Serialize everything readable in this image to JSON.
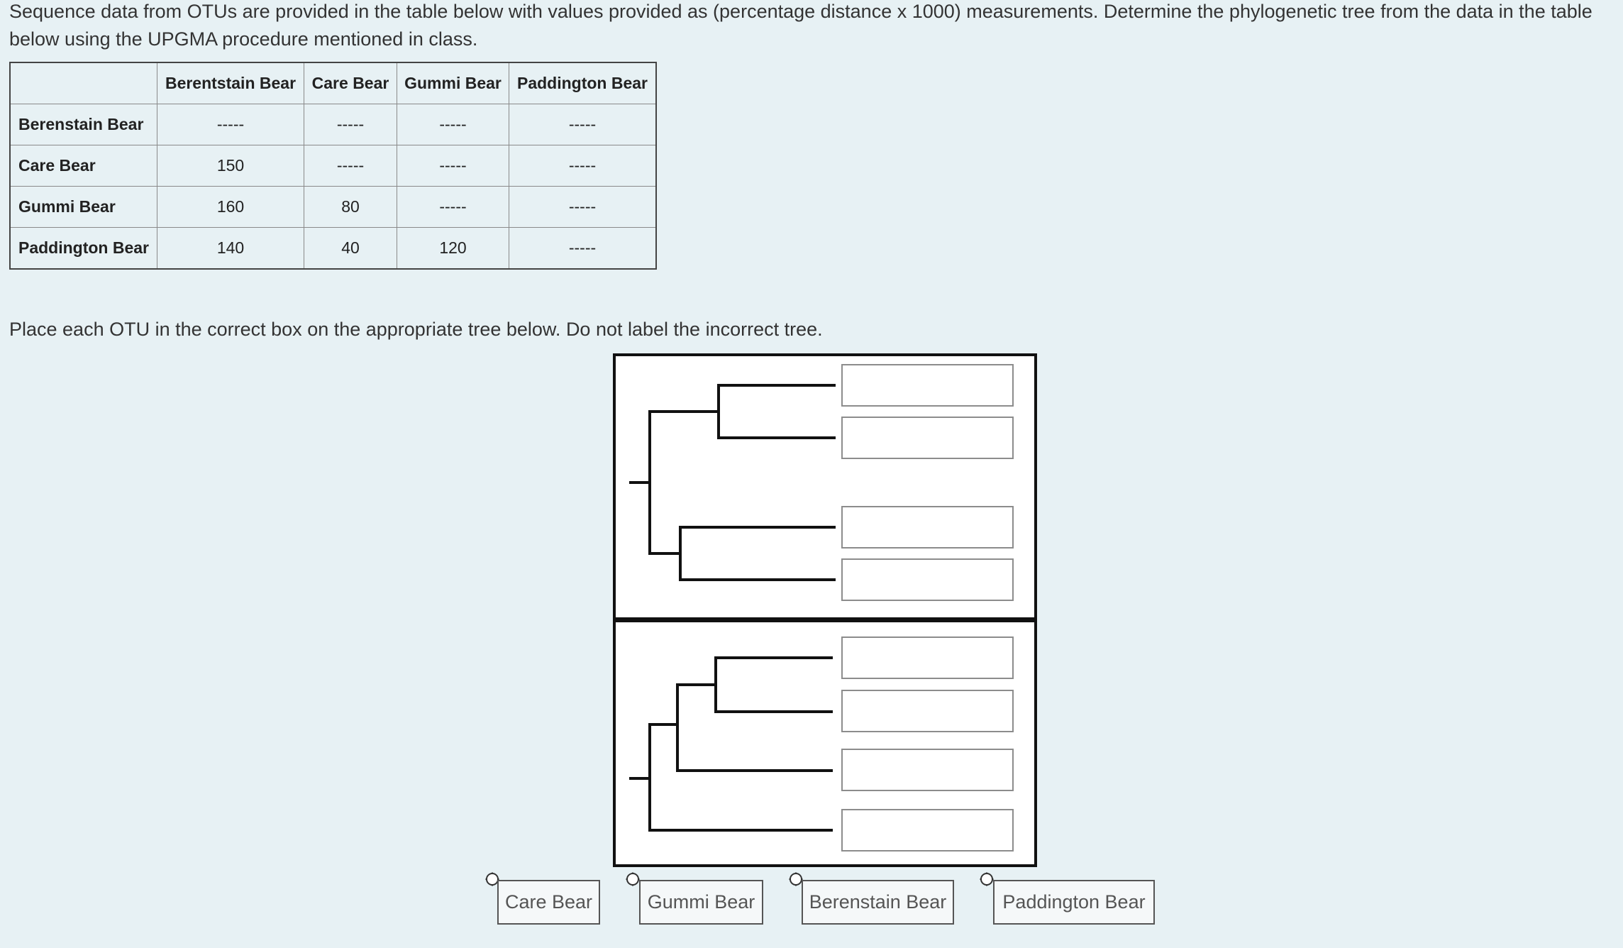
{
  "intro_text": "Sequence data from OTUs are provided in the table below with values provided as (percentage distance x 1000) measurements. Determine the phylogenetic tree from the data in the table below using the UPGMA procedure mentioned in class.",
  "table": {
    "corner": "",
    "columns": [
      "Berentstain Bear",
      "Care Bear",
      "Gummi Bear",
      "Paddington Bear"
    ],
    "rows": [
      {
        "label": "Berenstain Bear",
        "cells": [
          "-----",
          "-----",
          "-----",
          "-----"
        ]
      },
      {
        "label": "Care Bear",
        "cells": [
          "150",
          "-----",
          "-----",
          "-----"
        ]
      },
      {
        "label": "Gummi Bear",
        "cells": [
          "160",
          "80",
          "-----",
          "-----"
        ]
      },
      {
        "label": "Paddington Bear",
        "cells": [
          "140",
          "40",
          "120",
          "-----"
        ]
      }
    ]
  },
  "instruction_text": "Place each OTU in the correct box on the appropriate tree below. Do not label the incorrect tree.",
  "trees": [
    {
      "name": "symmetric-tree",
      "boxes": [
        "",
        "",
        "",
        ""
      ]
    },
    {
      "name": "ladder-tree",
      "boxes": [
        "",
        "",
        "",
        ""
      ]
    }
  ],
  "tokens": [
    "Care Bear",
    "Gummi Bear",
    "Berenstain Bear",
    "Paddington Bear"
  ],
  "colors": {
    "background": "#e7f1f4",
    "panel": "#ffffff",
    "tree_line": "#111111",
    "box_border": "#8c8c8c",
    "token_border": "#555555"
  }
}
